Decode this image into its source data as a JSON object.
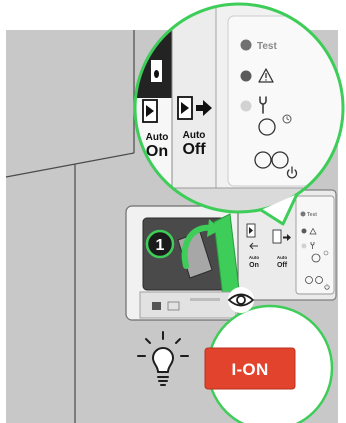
{
  "zoom_callout": {
    "auto_on": {
      "line1": "Auto",
      "line2": "On"
    },
    "auto_off": {
      "line1": "Auto",
      "line2": "Off"
    },
    "test_label": "Test"
  },
  "device": {
    "step_badge": "1",
    "auto_on": {
      "line1": "Auto",
      "line2": "On"
    },
    "auto_off": {
      "line1": "Auto",
      "line2": "Off"
    },
    "test_label": "Test"
  },
  "status_callout": {
    "indicator_label": "I-ON"
  },
  "icons": {
    "zoom_callout": [
      "switch-icon",
      "arrow-right-icon",
      "warning-icon",
      "wrench-icon",
      "timer-icon",
      "power-icon"
    ],
    "device": [
      "curved-arrow-icon",
      "switch-icon",
      "arrow-right-icon"
    ],
    "scene": [
      "eye-icon",
      "lightbulb-icon"
    ]
  },
  "colors": {
    "accent_green": "#3dcd58",
    "indicator_red": "#e2432c",
    "backdrop_gray": "#c8c8c8",
    "led_dark": "#5b5b5b",
    "led_light": "#d2d2d2"
  }
}
